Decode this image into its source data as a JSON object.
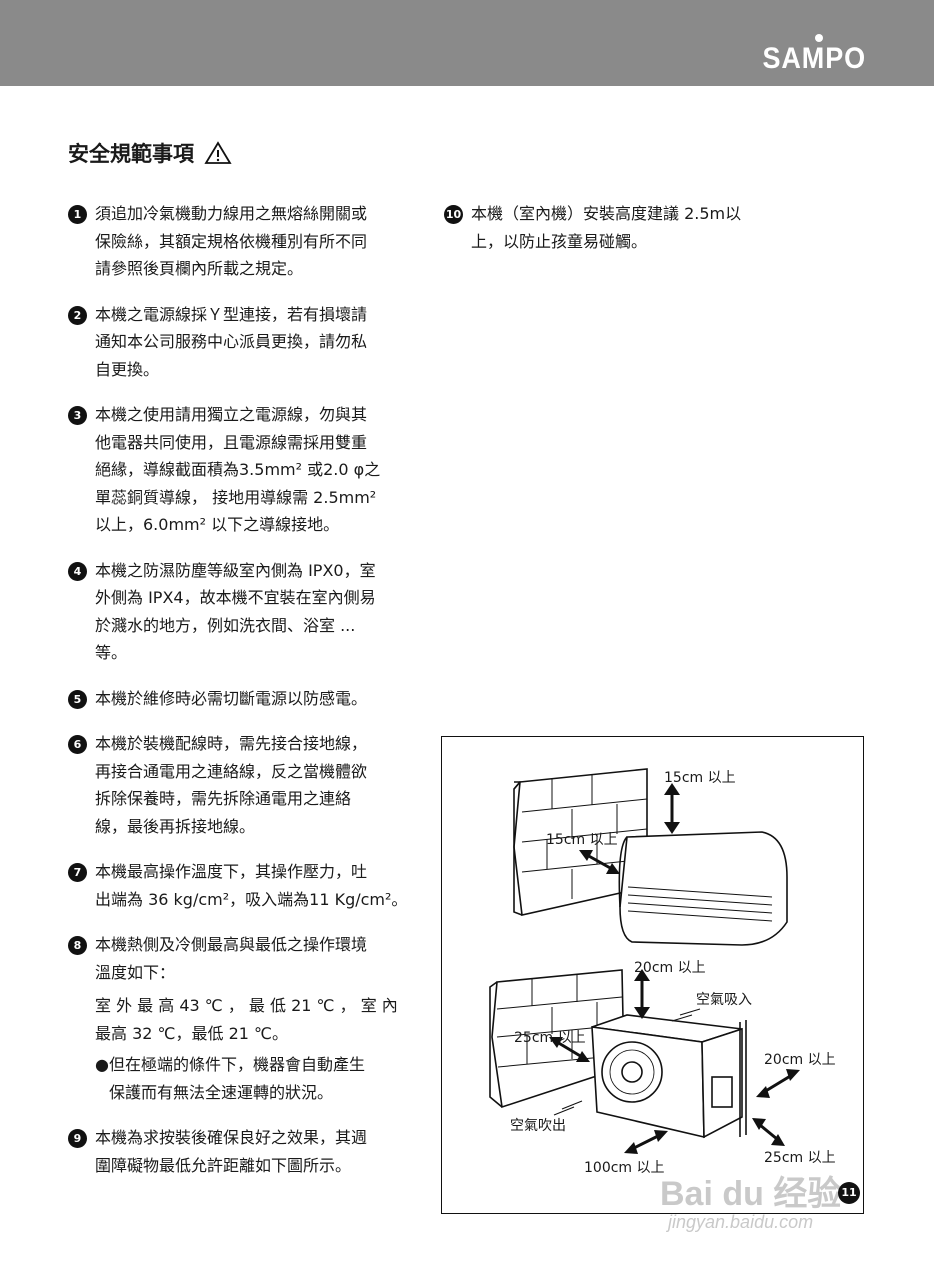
{
  "header": {
    "brand": "SAMPO"
  },
  "title": "安全規範事項",
  "items": [
    {
      "num": "1",
      "lines": [
        "須追加冷氣機動力線用之無熔絲開關或",
        "保險絲，其額定規格依機種別有所不同",
        "請參照後頁欄內所載之規定。"
      ]
    },
    {
      "num": "2",
      "lines": [
        "本機之電源線採Ｙ型連接，若有損壞請",
        "通知本公司服務中心派員更換，請勿私",
        "自更換。"
      ]
    },
    {
      "num": "3",
      "lines": [
        "本機之使用請用獨立之電源線，勿與其",
        "他電器共同使用，且電源線需採用雙重",
        "絕緣，導線截面積為3.5mm² 或2.0 φ之",
        "單蕊銅質導線，  接地用導線需   2.5mm²",
        "以上，6.0mm² 以下之導線接地。"
      ]
    },
    {
      "num": "4",
      "lines": [
        "本機之防濕防塵等級室內側為 IPX0，室",
        "外側為 IPX4，故本機不宜裝在室內側易",
        "於濺水的地方，例如洗衣間、浴室 ...",
        "等。"
      ]
    },
    {
      "num": "5",
      "lines": [
        "本機於維修時必需切斷電源以防感電。"
      ]
    },
    {
      "num": "6",
      "lines": [
        "本機於裝機配線時，需先接合接地線，",
        "再接合通電用之連絡線，反之當機體欲",
        "拆除保養時，需先拆除通電用之連絡",
        "線，最後再拆接地線。"
      ]
    },
    {
      "num": "7",
      "lines": [
        "本機最高操作溫度下，其操作壓力，吐",
        "出端為 36 kg/cm²，吸入端為11 Kg/cm²。"
      ]
    },
    {
      "num": "8",
      "lines": [
        "本機熱側及冷側最高與最低之操作環境",
        "溫度如下："
      ],
      "sub": [
        "室 外 最 高  43 ℃ ， 最 低  21 ℃ ， 室 內",
        "最高 32 ℃，最低 21 ℃。"
      ],
      "bullet": [
        "但在極端的條件下，機器會自動產生",
        "保護而有無法全速運轉的狀況。"
      ]
    },
    {
      "num": "9",
      "lines": [
        "本機為求按裝後確保良好之效果，其週",
        "圍障礙物最低允許距離如下圖所示。"
      ]
    }
  ],
  "item10": {
    "num": "10",
    "lines": [
      "本機（室內機）安裝高度建議 2.5m以",
      "上，以防止孩童易碰觸。"
    ]
  },
  "figure_labels": {
    "indoor_top": "15cm 以上",
    "indoor_side": "15cm 以上",
    "outdoor_top": "20cm 以上",
    "air_in": "空氣吸入",
    "outdoor_left": "25cm 以上",
    "outdoor_right": "20cm 以上",
    "air_out": "空氣吹出",
    "outdoor_front": "100cm 以上",
    "outdoor_back": "25cm 以上"
  },
  "page_number": "11",
  "watermark": {
    "main": "Bai du 经验",
    "url": "jingyan.baidu.com"
  }
}
